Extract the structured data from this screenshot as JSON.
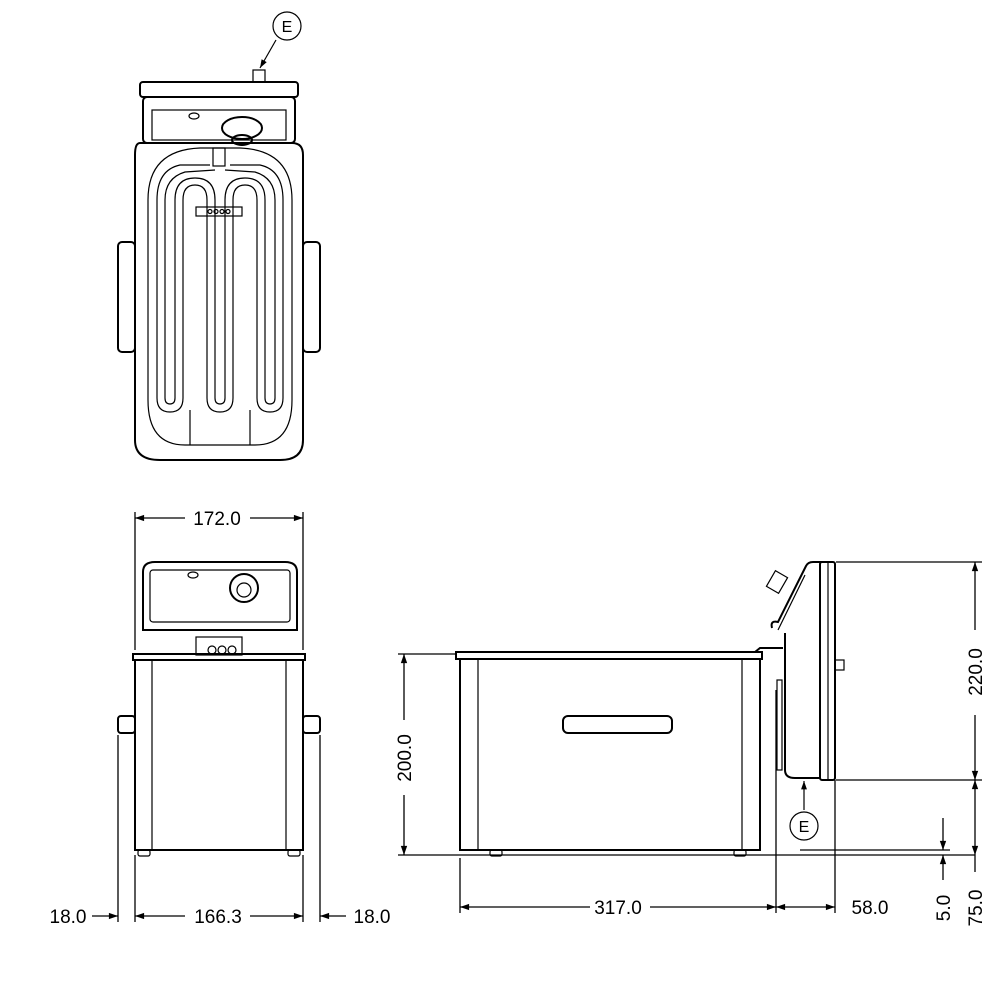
{
  "views": {
    "top": {
      "callout": "E"
    },
    "side": {
      "callout": "E"
    }
  },
  "dimensions": {
    "overall_width": "172.0",
    "left_handle": "18.0",
    "body_width": "166.3",
    "right_handle": "18.0",
    "body_height": "200.0",
    "body_length": "317.0",
    "panel_depth": "58.0",
    "panel_height": "220.0",
    "panel_bottom": "75.0",
    "foot_height": "5.0"
  },
  "colors": {
    "line": "#000000",
    "background": "#ffffff"
  }
}
